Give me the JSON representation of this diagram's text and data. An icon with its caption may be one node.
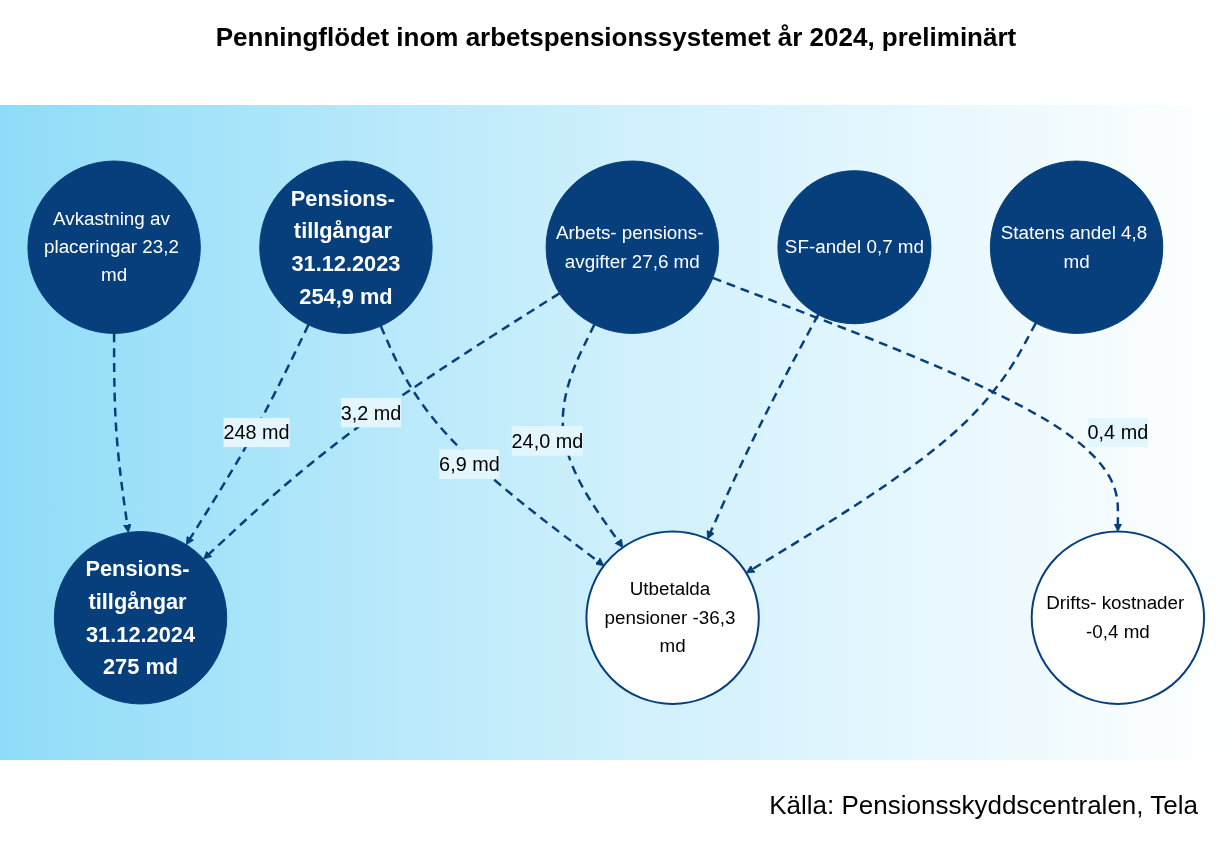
{
  "diagram": {
    "title": "Penningflödet inom arbetspensionssystemet år 2024, preliminärt",
    "caption": "Källa: Pensionsskyddscentralen, Tela",
    "nodes": [
      {
        "text": [
          "Pensions- tillgångar 31.12.2023",
          "254,9 md"
        ]
      },
      {
        "text": [
          "Statens andel 4,8 md"
        ]
      },
      {
        "text": [
          "SF-andel 0,7 md"
        ]
      },
      {
        "text": [
          "Arbets- pensions- avgifter 27,6 md"
        ]
      },
      {
        "text": [
          "Pensions- tillgångar 31.12.2024",
          "275 md"
        ]
      },
      {
        "text": [
          "Utbetalda pensioner -36,3 md"
        ]
      },
      {
        "text": [
          "Drifts- kostnader -0,4 md"
        ]
      },
      {
        "text": [
          "Avkastning av placeringar 23,2 md"
        ]
      }
    ],
    "edges": [
      {
        "from": 1,
        "to": 5,
        "arrow": "to",
        "style": "dashed"
      },
      {
        "from": 2,
        "to": 5,
        "arrow": "to",
        "style": "dashed"
      },
      {
        "from": 3,
        "to": 5,
        "arrow": "to",
        "style": "dashed",
        "label": "24,0 md"
      },
      {
        "from": 3,
        "to": 6,
        "arrow": "to",
        "style": "dashed",
        "label": "0,4 md"
      },
      {
        "from": 3,
        "to": 4,
        "arrow": "to",
        "style": "dashed",
        "label": "3,2 md"
      },
      {
        "from": 0,
        "to": 4,
        "arrow": "to",
        "style": "dashed",
        "label": "248 md"
      },
      {
        "from": 0,
        "to": 5,
        "arrow": "to",
        "style": "dashed",
        "label": "6,9 md"
      },
      {
        "from": 7,
        "to": 4,
        "arrow": "to",
        "style": "dashed"
      }
    ]
  }
}
